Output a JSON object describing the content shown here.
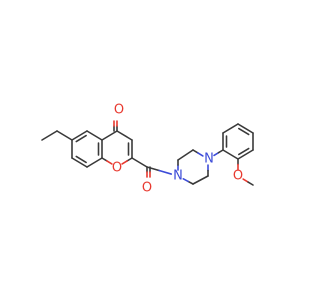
{
  "molecule": {
    "atom_labels": {
      "ketone_oxygen": "O",
      "ring_oxygen": "O",
      "amide_oxygen": "O",
      "methoxy_oxygen": "O",
      "piperazine_n1": "N",
      "piperazine_n4": "N"
    },
    "colors": {
      "bond": "#3a3a3a",
      "oxygen": "#e8392f",
      "nitrogen": "#3c4bd8",
      "background": "#ffffff"
    }
  }
}
